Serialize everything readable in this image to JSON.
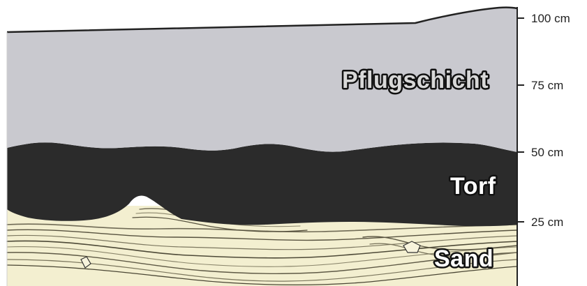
{
  "layers": {
    "plough": {
      "label": "Pflugschicht",
      "color": "#c9c9cf"
    },
    "peat": {
      "label": "Torf",
      "color": "#2b2b2b"
    },
    "sand": {
      "label": "Sand",
      "color": "#f3efd0"
    }
  },
  "scale": {
    "ticks": [
      {
        "label": "100 cm"
      },
      {
        "label": "75 cm"
      },
      {
        "label": "50 cm"
      },
      {
        "label": "25 cm"
      }
    ]
  }
}
